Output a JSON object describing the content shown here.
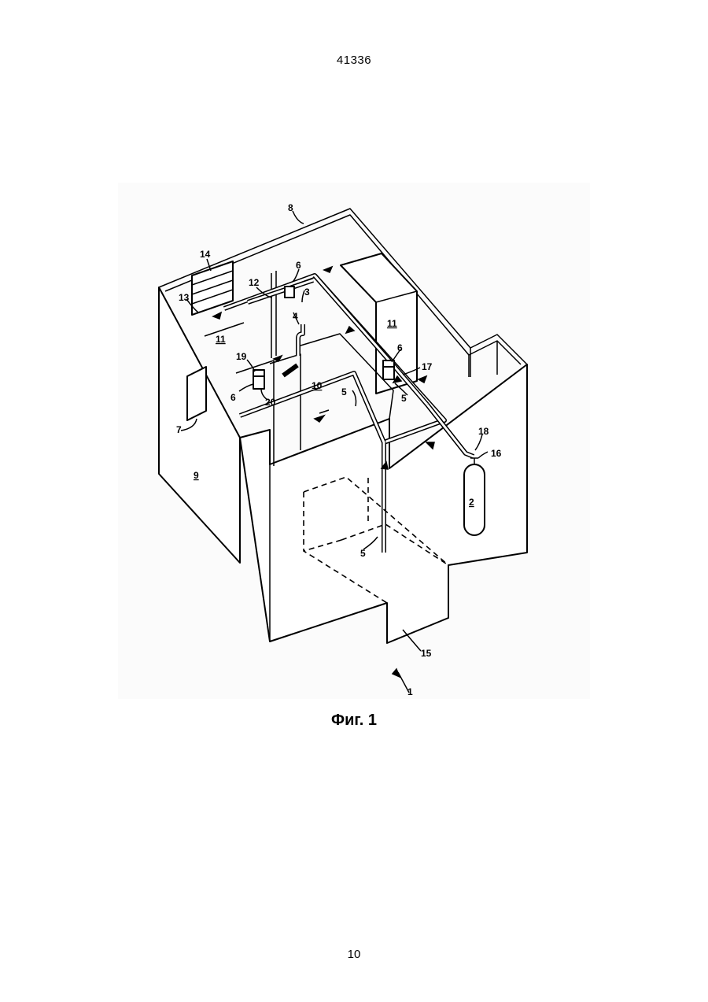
{
  "header": {
    "document_number": "41336"
  },
  "figure": {
    "caption": "Фиг. 1",
    "labels": {
      "l1": "1",
      "l2": "2",
      "l3": "3",
      "l4": "4",
      "l5a": "5",
      "l5b": "5",
      "l5c": "5",
      "l6a": "6",
      "l6b": "6",
      "l6c": "6",
      "l7": "7",
      "l8": "8",
      "l9": "9",
      "l10": "10",
      "l11a": "11",
      "l11b": "11",
      "l12": "12",
      "l13": "13",
      "l14": "14",
      "l15": "15",
      "l16": "16",
      "l17": "17",
      "l18": "18",
      "l19": "19",
      "l20": "20"
    }
  },
  "footer": {
    "page_number": "10"
  }
}
